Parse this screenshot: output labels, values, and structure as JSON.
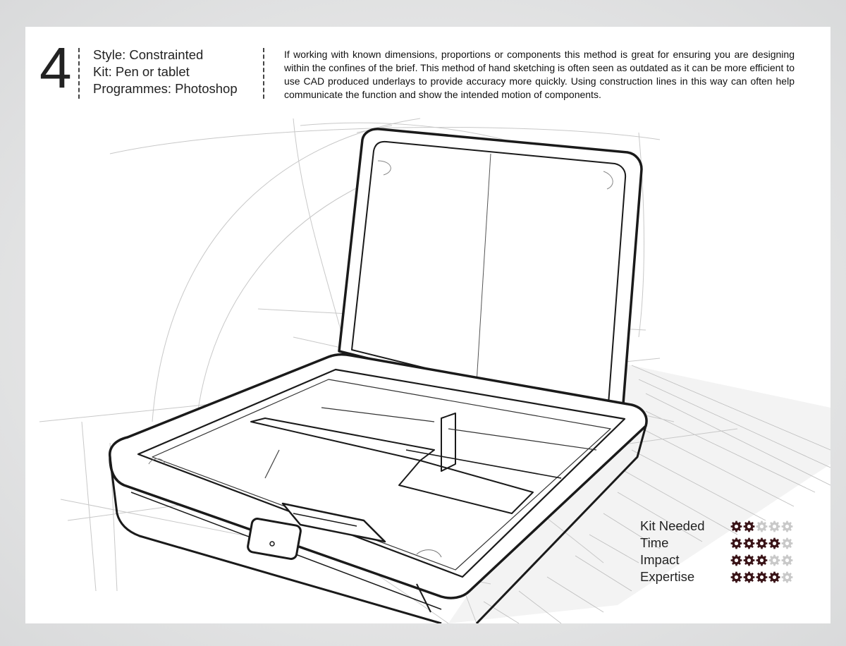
{
  "header": {
    "number": "4",
    "style_line": "Style: Constrainted",
    "kit_line": "Kit: Pen or tablet",
    "programmes_line": "Programmes: Photoshop"
  },
  "description": "If working with known dimensions, proportions or components this method is great for ensuring you are designing within the confines of the brief. This method of hand sketching is often seen as outdated as it can be more efficient to use CAD produced underlays to provide accuracy more quickly. Using construction lines in this way can often help communicate the function and show the intended motion of components.",
  "ratings": [
    {
      "label": "Kit Needed",
      "score": 2,
      "max": 5
    },
    {
      "label": "Time",
      "score": 4,
      "max": 5
    },
    {
      "label": "Impact",
      "score": 3,
      "max": 5
    },
    {
      "label": "Expertise",
      "score": 4,
      "max": 5
    }
  ],
  "colors": {
    "gear_filled": "#3a1418",
    "gear_empty": "#c9c9c9",
    "page_background": "#ffffff",
    "outer_background": "#d9dadb"
  },
  "illustration": {
    "icon": "open-case-sketch-icon"
  }
}
